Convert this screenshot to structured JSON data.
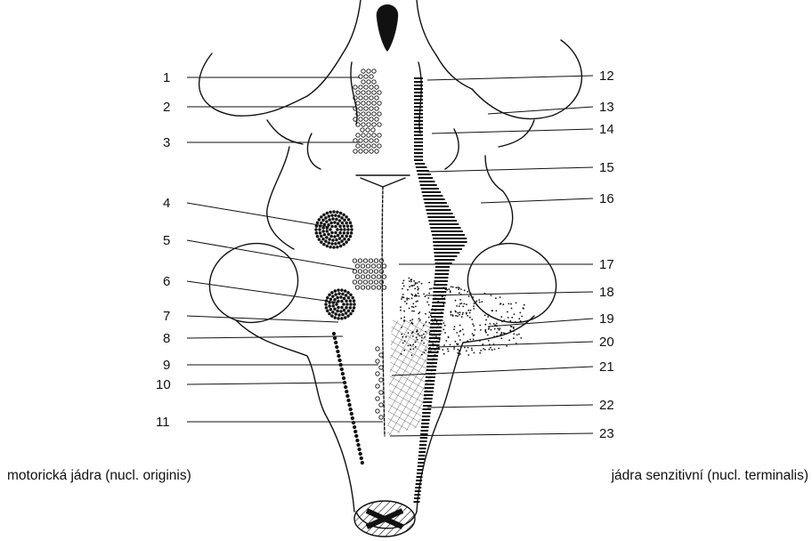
{
  "diagram": {
    "labels_left": [
      "1",
      "2",
      "3",
      "4",
      "5",
      "6",
      "7",
      "8",
      "9",
      "10",
      "11"
    ],
    "labels_right": [
      "12",
      "13",
      "14",
      "15",
      "16",
      "17",
      "18",
      "19",
      "20",
      "21",
      "22",
      "23"
    ],
    "caption_left": "motorická jádra (nucl. originis)",
    "caption_right": "jádra senzitivní (nucl. terminalis)"
  },
  "colors": {
    "ink": "#111111",
    "background": "#ffffff"
  }
}
